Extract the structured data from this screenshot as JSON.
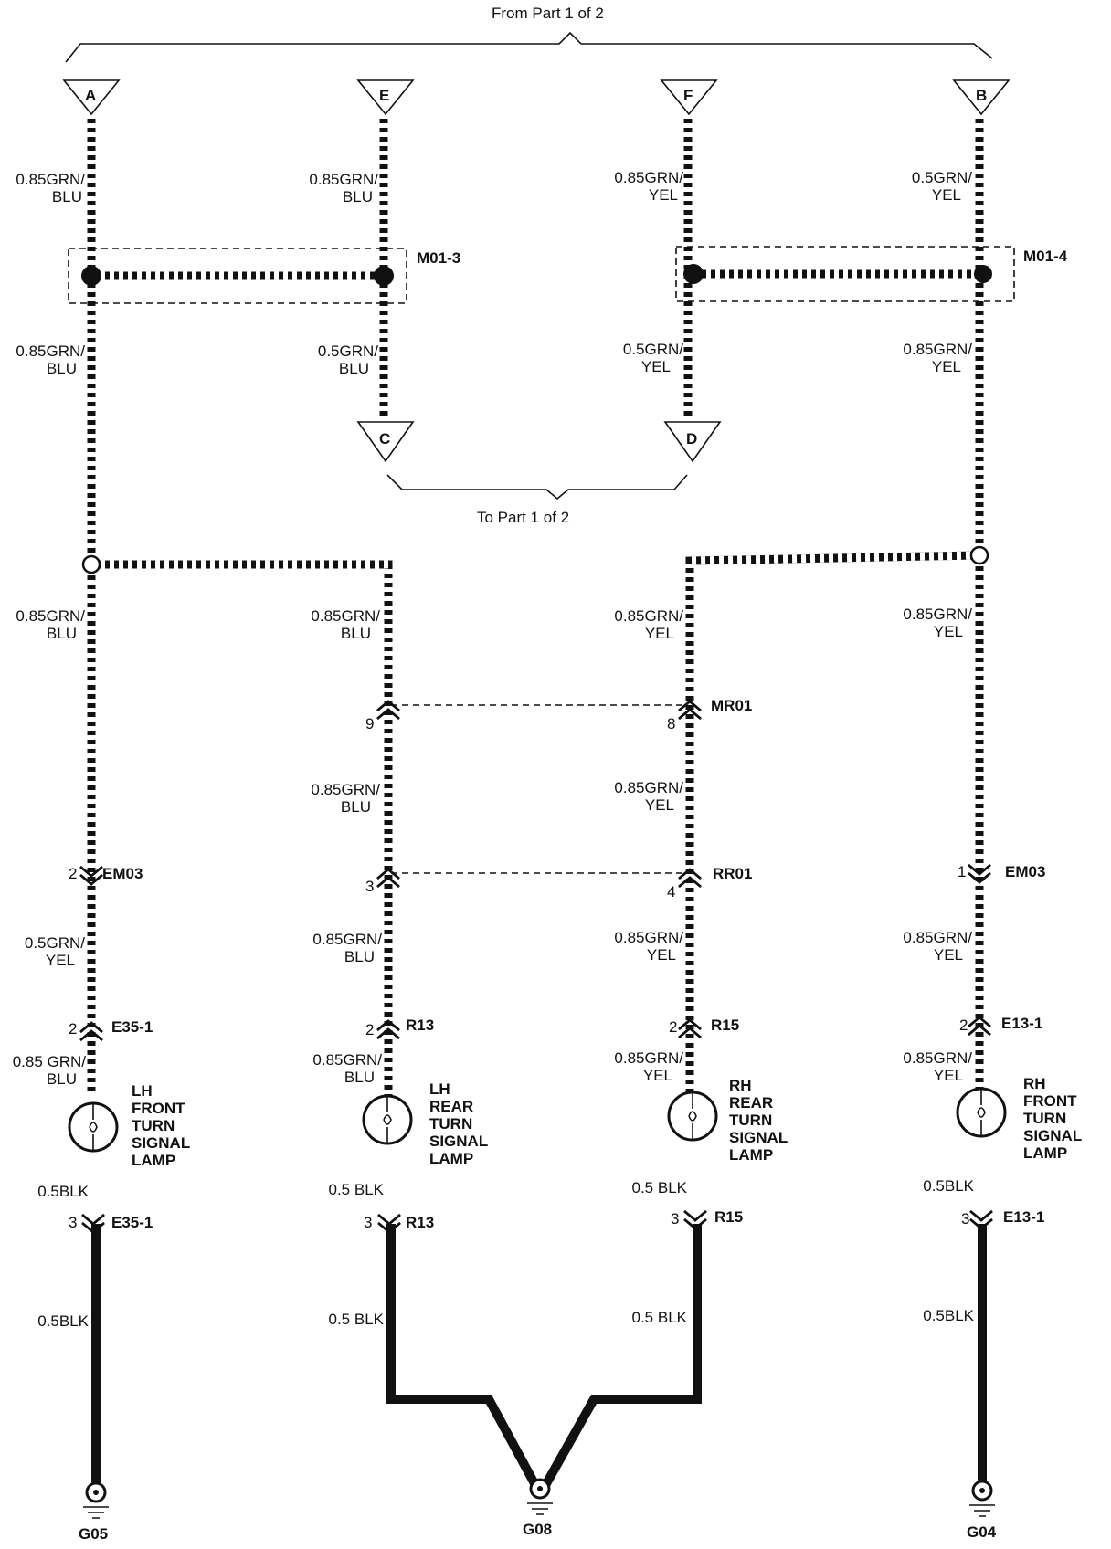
{
  "from_label": "From Part 1 of 2",
  "to_label": "To Part 1 of 2",
  "terminals": {
    "A": "A",
    "E": "E",
    "F": "F",
    "B": "B",
    "C": "C",
    "D": "D"
  },
  "splices": {
    "m013": "M01-3",
    "m014": "M01-4"
  },
  "wires": {
    "a_top": [
      "0.85GRN/",
      "BLU"
    ],
    "e_top": [
      "0.85GRN/",
      "BLU"
    ],
    "f_top": [
      "0.85GRN/",
      "YEL"
    ],
    "b_top": [
      "0.5GRN/",
      "YEL"
    ],
    "a_mid": [
      "0.85GRN/",
      "BLU"
    ],
    "c_mid": [
      "0.5GRN/",
      "BLU"
    ],
    "d_mid": [
      "0.5GRN/",
      "YEL"
    ],
    "b_mid": [
      "0.85GRN/",
      "YEL"
    ],
    "c1_1": [
      "0.85GRN/",
      "BLU"
    ],
    "c2_1": [
      "0.85GRN/",
      "BLU"
    ],
    "c3_1": [
      "0.85GRN/",
      "YEL"
    ],
    "c4_1": [
      "0.85GRN/",
      "YEL"
    ],
    "c2_2": [
      "0.85GRN/",
      "BLU"
    ],
    "c3_2": [
      "0.85GRN/",
      "YEL"
    ],
    "c1_3": [
      "0.5GRN/",
      "YEL"
    ],
    "c2_3": [
      "0.85GRN/",
      "BLU"
    ],
    "c3_3": [
      "0.85GRN/",
      "YEL"
    ],
    "c4_3": [
      "0.85GRN/",
      "YEL"
    ],
    "c1_4": [
      "0.85 GRN/",
      "BLU"
    ],
    "c2_4": [
      "0.85GRN/",
      "BLU"
    ],
    "c3_4": [
      "0.85GRN/",
      "YEL"
    ],
    "c4_4": [
      "0.85GRN/",
      "YEL"
    ],
    "blk_1a": "0.5BLK",
    "blk_2a": "0.5 BLK",
    "blk_3a": "0.5 BLK",
    "blk_4a": "0.5BLK",
    "blk_1b": "0.5BLK",
    "blk_2b": "0.5 BLK",
    "blk_3b": "0.5 BLK",
    "blk_4b": "0.5BLK"
  },
  "connectors": {
    "mr01": {
      "name": "MR01",
      "pin_left": "9",
      "pin_right": "8"
    },
    "rr01": {
      "name": "RR01",
      "pin_left": "3",
      "pin_right": "4"
    },
    "em03_l": {
      "name": "EM03",
      "pin": "2"
    },
    "em03_r": {
      "name": "EM03",
      "pin": "1"
    },
    "e351_top": {
      "name": "E35-1",
      "pin": "2"
    },
    "r13_top": {
      "name": "R13",
      "pin": "2"
    },
    "r15_top": {
      "name": "R15",
      "pin": "2"
    },
    "e131_top": {
      "name": "E13-1",
      "pin": "2"
    },
    "e351_bot": {
      "name": "E35-1",
      "pin": "3"
    },
    "r13_bot": {
      "name": "R13",
      "pin": "3"
    },
    "r15_bot": {
      "name": "R15",
      "pin": "3"
    },
    "e131_bot": {
      "name": "E13-1",
      "pin": "3"
    }
  },
  "lamps": {
    "lh_front": [
      "LH",
      "FRONT",
      "TURN",
      "SIGNAL",
      "LAMP"
    ],
    "lh_rear": [
      "LH",
      "REAR",
      "TURN",
      "SIGNAL",
      "LAMP"
    ],
    "rh_rear": [
      "RH",
      "REAR",
      "TURN",
      "SIGNAL",
      "LAMP"
    ],
    "rh_front": [
      "RH",
      "FRONT",
      "TURN",
      "SIGNAL",
      "LAMP"
    ]
  },
  "grounds": {
    "g05": "G05",
    "g08": "G08",
    "g04": "G04"
  }
}
